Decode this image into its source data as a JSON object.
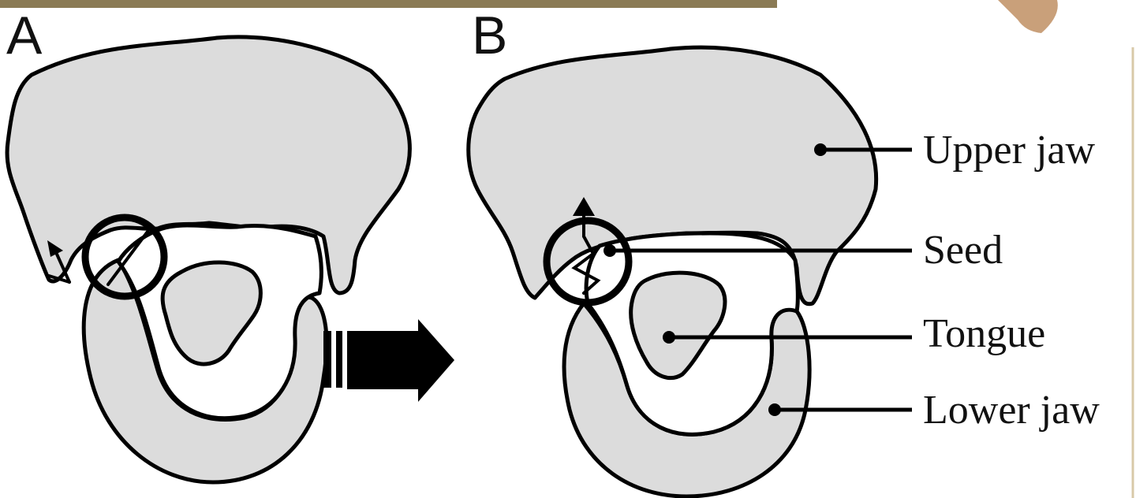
{
  "panels": {
    "a": {
      "letter": "A"
    },
    "b": {
      "letter": "B"
    }
  },
  "labels": {
    "upper_jaw": "Upper jaw",
    "seed": "Seed",
    "tongue": "Tongue",
    "lower_jaw": "Lower jaw"
  },
  "colors": {
    "jaw_fill": "#dcdcdc",
    "outline": "#000000",
    "background": "#ffffff",
    "banner": "#8a7a55"
  }
}
